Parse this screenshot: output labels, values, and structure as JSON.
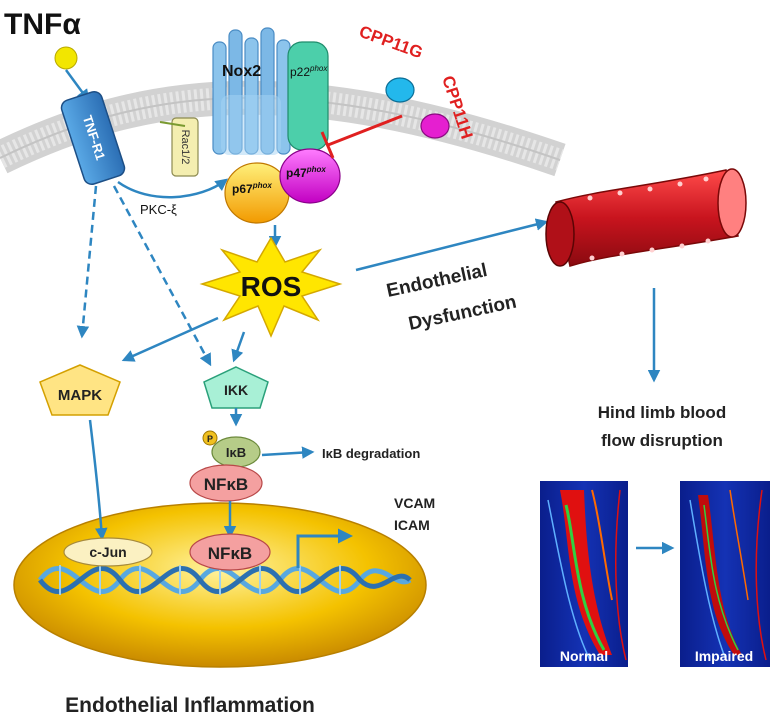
{
  "ligand": {
    "label": "TNFα"
  },
  "receptor": {
    "label": "TNF-R1"
  },
  "rac": {
    "label": "Rac1/2"
  },
  "nox2": {
    "label": "Nox2"
  },
  "p22": {
    "label": "p22",
    "sup": "phox"
  },
  "p67": {
    "label": "p67",
    "sup": "phox"
  },
  "p47": {
    "label": "p47",
    "sup": "phox"
  },
  "pkc": {
    "label": "PKC-ξ"
  },
  "inhibitors": {
    "g": "CPP11G",
    "h": "CPP11H"
  },
  "ros": {
    "label": "ROS"
  },
  "dysfunction": {
    "line1": "Endothelial",
    "line2": "Dysfunction"
  },
  "mapk": {
    "label": "MAPK"
  },
  "ikk": {
    "label": "IKK"
  },
  "ikb": {
    "label": "IκB",
    "phospho": "P"
  },
  "ikb_degradation": {
    "label": "IκB degradation"
  },
  "nfkb": {
    "label": "NFκB"
  },
  "nfkb_nucleus": {
    "label": "NFκB"
  },
  "cjun": {
    "label": "c-Jun"
  },
  "targets": {
    "vcam": "VCAM",
    "icam": "ICAM"
  },
  "hindlimb": {
    "line1": "Hind limb blood",
    "line2": "flow disruption"
  },
  "perfusion": {
    "normal": "Normal",
    "impaired": "Impaired"
  },
  "footer": {
    "title": "Endothelial Inflammation"
  },
  "colors": {
    "arrow": "#2e86c1",
    "inhibitor": "#e02020",
    "ros": "#ffe600",
    "nucleus": "#e8a800",
    "vessel": "#c8141e"
  }
}
